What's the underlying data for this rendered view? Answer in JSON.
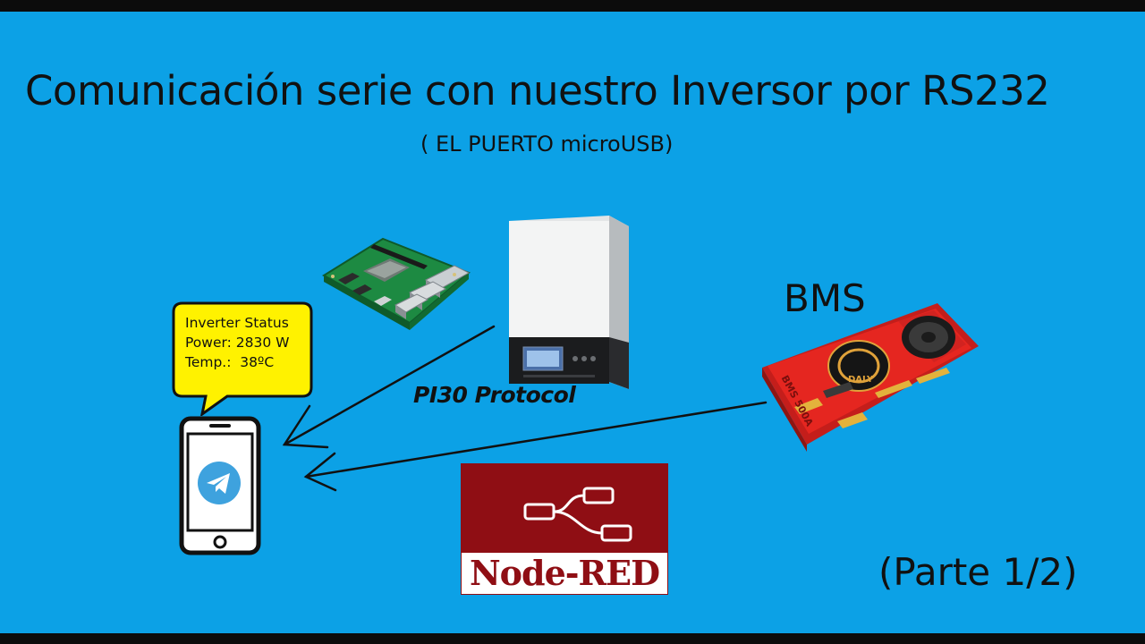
{
  "title": {
    "main": "Comunicación serie con nuestro Inversor por",
    "protocol": "RS232"
  },
  "subtitle": "( EL PUERTO microUSB)",
  "bubble": {
    "line1": "Inverter Status",
    "line2": "Power: 2830 W",
    "line3": "Temp.:  38ºC"
  },
  "labels": {
    "bms": "BMS",
    "pi30": "PI30 Protocol",
    "part": "(Parte 1/2)"
  },
  "nodered": {
    "label": "Node-RED"
  },
  "icons": {
    "raspberry_pi": "raspberry-pi-board-icon",
    "inverter": "inverter-icon",
    "bms": "bms-board-icon",
    "phone": "smartphone-icon",
    "telegram": "telegram-icon",
    "nodered": "node-red-logo"
  },
  "colors": {
    "background": "#0ca1e6",
    "bubble": "#fff200",
    "nodered": "#8f0e14",
    "bms": "#e52620",
    "telegram": "#3ea2de"
  }
}
